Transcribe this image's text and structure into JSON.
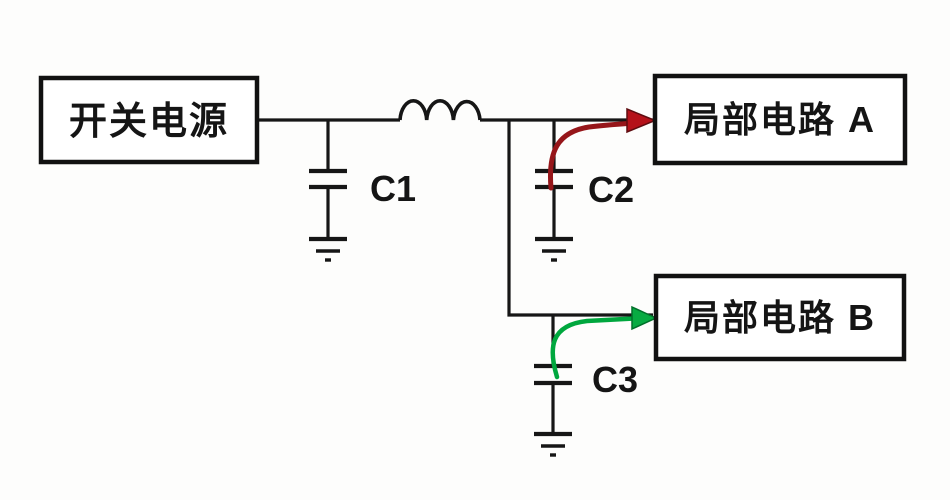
{
  "diagram_title": "switching-power-supply-decoupling-circuit",
  "colors": {
    "background": "#fdfdfc",
    "wire": "#161616",
    "box_border": "#111111",
    "box_fill": "#ffffff",
    "text": "#151515",
    "arrow_a_shaft": "#96161a",
    "arrow_a_head_fill": "#b5121a",
    "arrow_a_head_edge": "#5e0c10",
    "arrow_b_shaft": "#00a73e",
    "arrow_b_head_fill": "#07ab42",
    "arrow_b_head_edge": "#00702a"
  },
  "boxes": {
    "psu": {
      "label": "开关电源"
    },
    "circuit_a": {
      "label": "局部电路 A"
    },
    "circuit_b": {
      "label": "局部电路 B"
    }
  },
  "capacitors": {
    "c1": {
      "label": "C1"
    },
    "c2": {
      "label": "C2"
    },
    "c3": {
      "label": "C3"
    }
  },
  "components": {
    "inductor": "filter-inductor",
    "arrow_a": "noise-current-path-to-circuit-a",
    "arrow_b": "noise-current-path-to-circuit-b"
  }
}
